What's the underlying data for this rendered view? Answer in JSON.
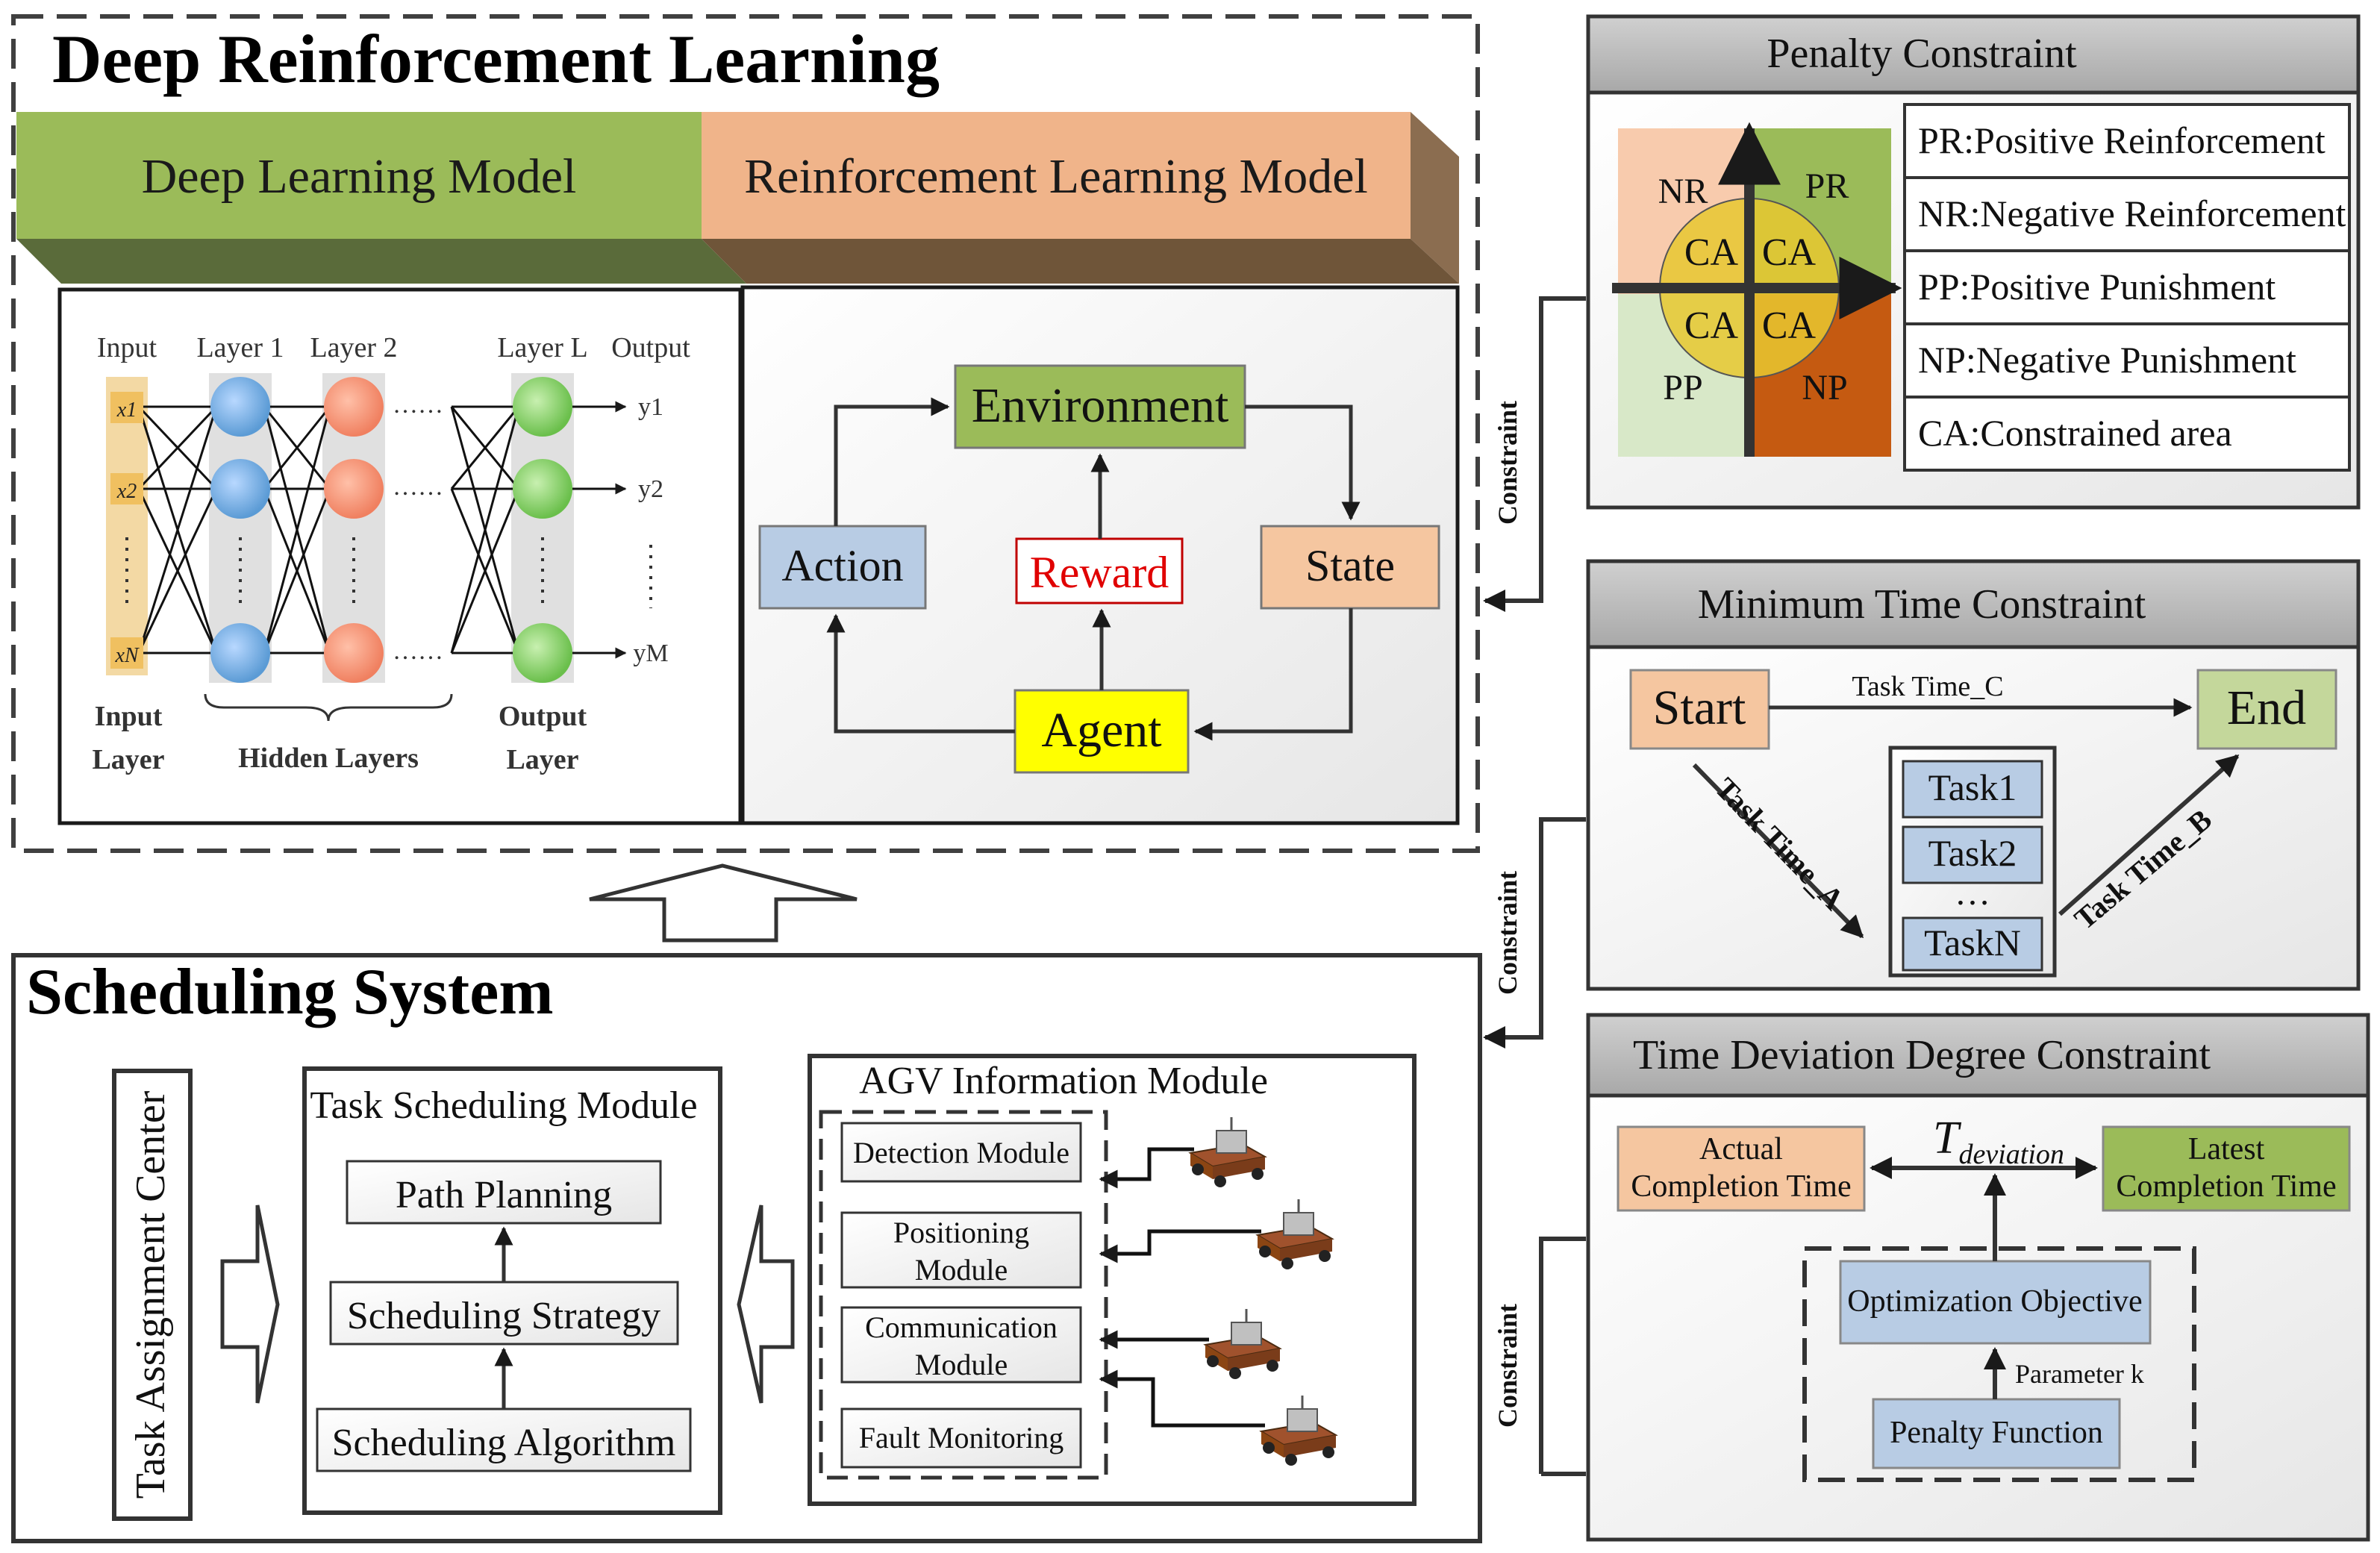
{
  "drl": {
    "title": "Deep Reinforcement Learning",
    "dl_model": "Deep Learning Model",
    "rl_model": "Reinforcement Learning Model",
    "nn": {
      "input": "Input",
      "layer1": "Layer 1",
      "layer2": "Layer 2",
      "layerL": "Layer L",
      "output": "Output",
      "x1": "x1",
      "x2": "x2",
      "xN": "xN",
      "y1": "y1",
      "y2": "y2",
      "yM": "yM",
      "input_layer_1": "Input",
      "input_layer_2": "Layer",
      "hidden_layers": "Hidden Layers",
      "output_layer_1": "Output",
      "output_layer_2": "Layer",
      "dots": "……"
    },
    "rl": {
      "environment": "Environment",
      "action": "Action",
      "reward": "Reward",
      "state": "State",
      "agent": "Agent"
    }
  },
  "scheduling": {
    "title": "Scheduling System",
    "task_center": "Task Assignment Center",
    "task_module_title": "Task Scheduling Module",
    "path_planning": "Path Planning",
    "strategy": "Scheduling Strategy",
    "algorithm": "Scheduling Algorithm",
    "agv_title": "AGV Information Module",
    "detection": "Detection Module",
    "positioning_1": "Positioning",
    "positioning_2": "Module",
    "communication_1": "Communication",
    "communication_2": "Module",
    "fault": "Fault Monitoring"
  },
  "constraint_label": "Constraint",
  "penalty": {
    "title": "Penalty Constraint",
    "nr": "NR",
    "pr": "PR",
    "pp": "PP",
    "np": "NP",
    "ca": "CA",
    "legend": [
      "PR:Positive Reinforcement",
      "NR:Negative Reinforcement",
      "PP:Positive Punishment",
      "NP:Negative Punishment",
      "CA:Constrained area"
    ]
  },
  "min_time": {
    "title": "Minimum Time Constraint",
    "start": "Start",
    "end": "End",
    "task_time_c": "Task Time_C",
    "task_time_a": "Task Time_A",
    "task_time_b": "Task Time_B",
    "task1": "Task1",
    "task2": "Task2",
    "dots": "…",
    "taskn": "TaskN"
  },
  "deviation": {
    "title": "Time Deviation Degree Constraint",
    "actual_1": "Actual",
    "actual_2": "Completion Time",
    "latest_1": "Latest",
    "latest_2": "Completion Time",
    "t_main": "T",
    "t_sub": "deviation",
    "objective": "Optimization Objective",
    "parameter": "Parameter k",
    "penalty_fn": "Penalty Function"
  },
  "colors": {
    "green": "#9bbb59",
    "orange": "#e6a47a",
    "blue": "#b8cce4",
    "yellow": "#ffff00",
    "red_text": "#e00000",
    "gray_title": "#bfbfbf"
  }
}
